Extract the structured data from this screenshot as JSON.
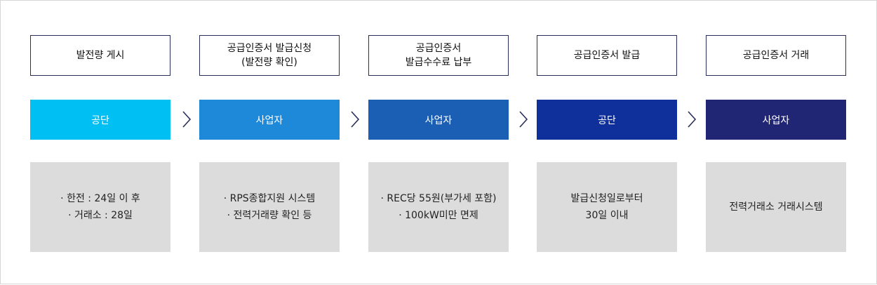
{
  "steps": [
    {
      "title": "발전량 게시",
      "actor": "공단",
      "actor_color": "#00bff3",
      "details": [
        "· 한전 : 24일 이 후",
        "· 거래소 : 28일"
      ]
    },
    {
      "title": "공급인증서 발급신청\n(발전량 확인)",
      "actor": "사업자",
      "actor_color": "#1e88d9",
      "details": [
        "· RPS종합지원 시스템",
        "· 전력거래량 확인 등"
      ]
    },
    {
      "title": "공급인증서\n발급수수료 납부",
      "actor": "사업자",
      "actor_color": "#1b5fb5",
      "details": [
        "· REC당 55원(부가세 포함)",
        "· 100kW미만 면제"
      ]
    },
    {
      "title": "공급인증서 발급",
      "actor": "공단",
      "actor_color": "#0f2f9a",
      "details": [
        "발급신청일로부터",
        "30일 이내"
      ]
    },
    {
      "title": "공급인증서 거래",
      "actor": "사업자",
      "actor_color": "#202674",
      "details": [
        "전력거래소 거래시스템"
      ]
    }
  ],
  "arrow_icon": "chevron-right-icon"
}
